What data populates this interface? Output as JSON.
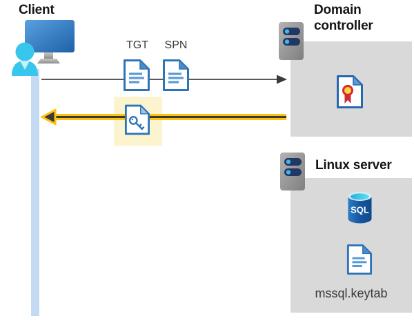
{
  "client": {
    "label": "Client"
  },
  "flow": {
    "tgt_label": "TGT",
    "spn_label": "SPN"
  },
  "domain_controller": {
    "label": "Domain controller"
  },
  "linux_server": {
    "label": "Linux server",
    "sql_badge": "SQL",
    "keytab_file": "mssql.keytab"
  },
  "colors": {
    "arrow_gray": "#595959",
    "arrowhead_dark": "#3a3a3a",
    "arrow_yellow": "#ffc20e",
    "highlight_yellow": "#fcf4cf",
    "lifeline_blue": "#c3daf2",
    "container_gray": "#d9d9d9",
    "document_blue": "#2e75b6",
    "document_line_blue": "#5b9bd5",
    "server_pill_navy": "#1f3864",
    "server_dot_cyan": "#45b5e8",
    "person_cyan": "#38c6ec",
    "seal_gold": "#ffd43b",
    "seal_red": "#ce2b37",
    "sql_cyan": "#40c4e0"
  }
}
